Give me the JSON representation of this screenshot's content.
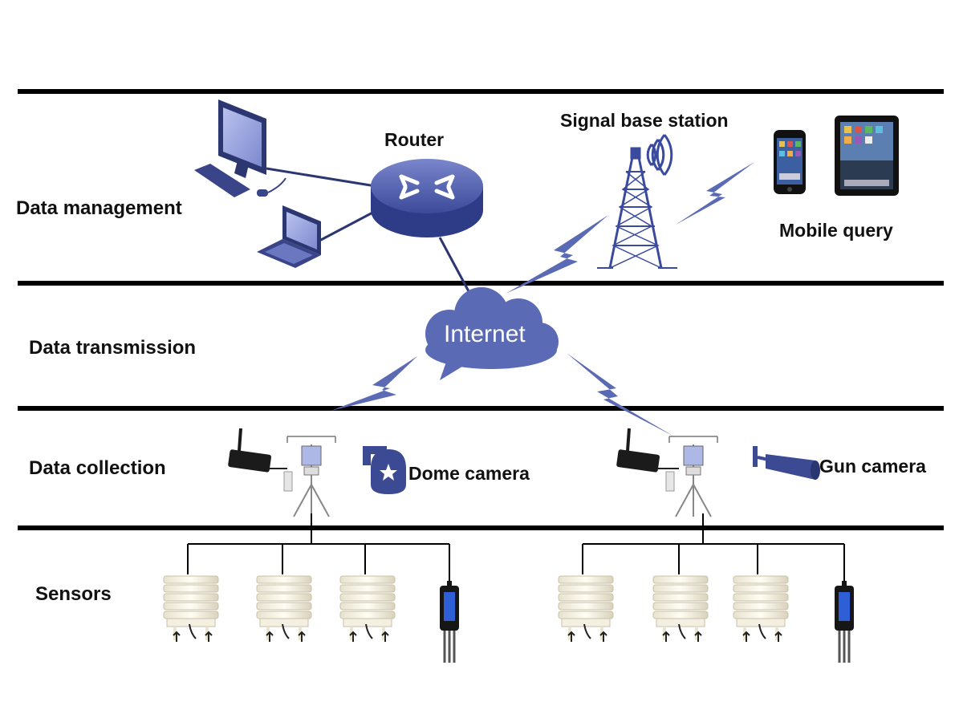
{
  "layers": {
    "management": "Data management",
    "transmission": "Data transmission",
    "collection": "Data collection",
    "sensors": "Sensors"
  },
  "labels": {
    "router": "Router",
    "base_station": "Signal base station",
    "mobile": "Mobile query",
    "internet": "Internet",
    "dome_camera": "Dome camera",
    "gun_camera": "Gun camera"
  },
  "colors": {
    "accent": "#4a5aa8",
    "cloud": "#5b6ab4",
    "line": "#000000"
  }
}
